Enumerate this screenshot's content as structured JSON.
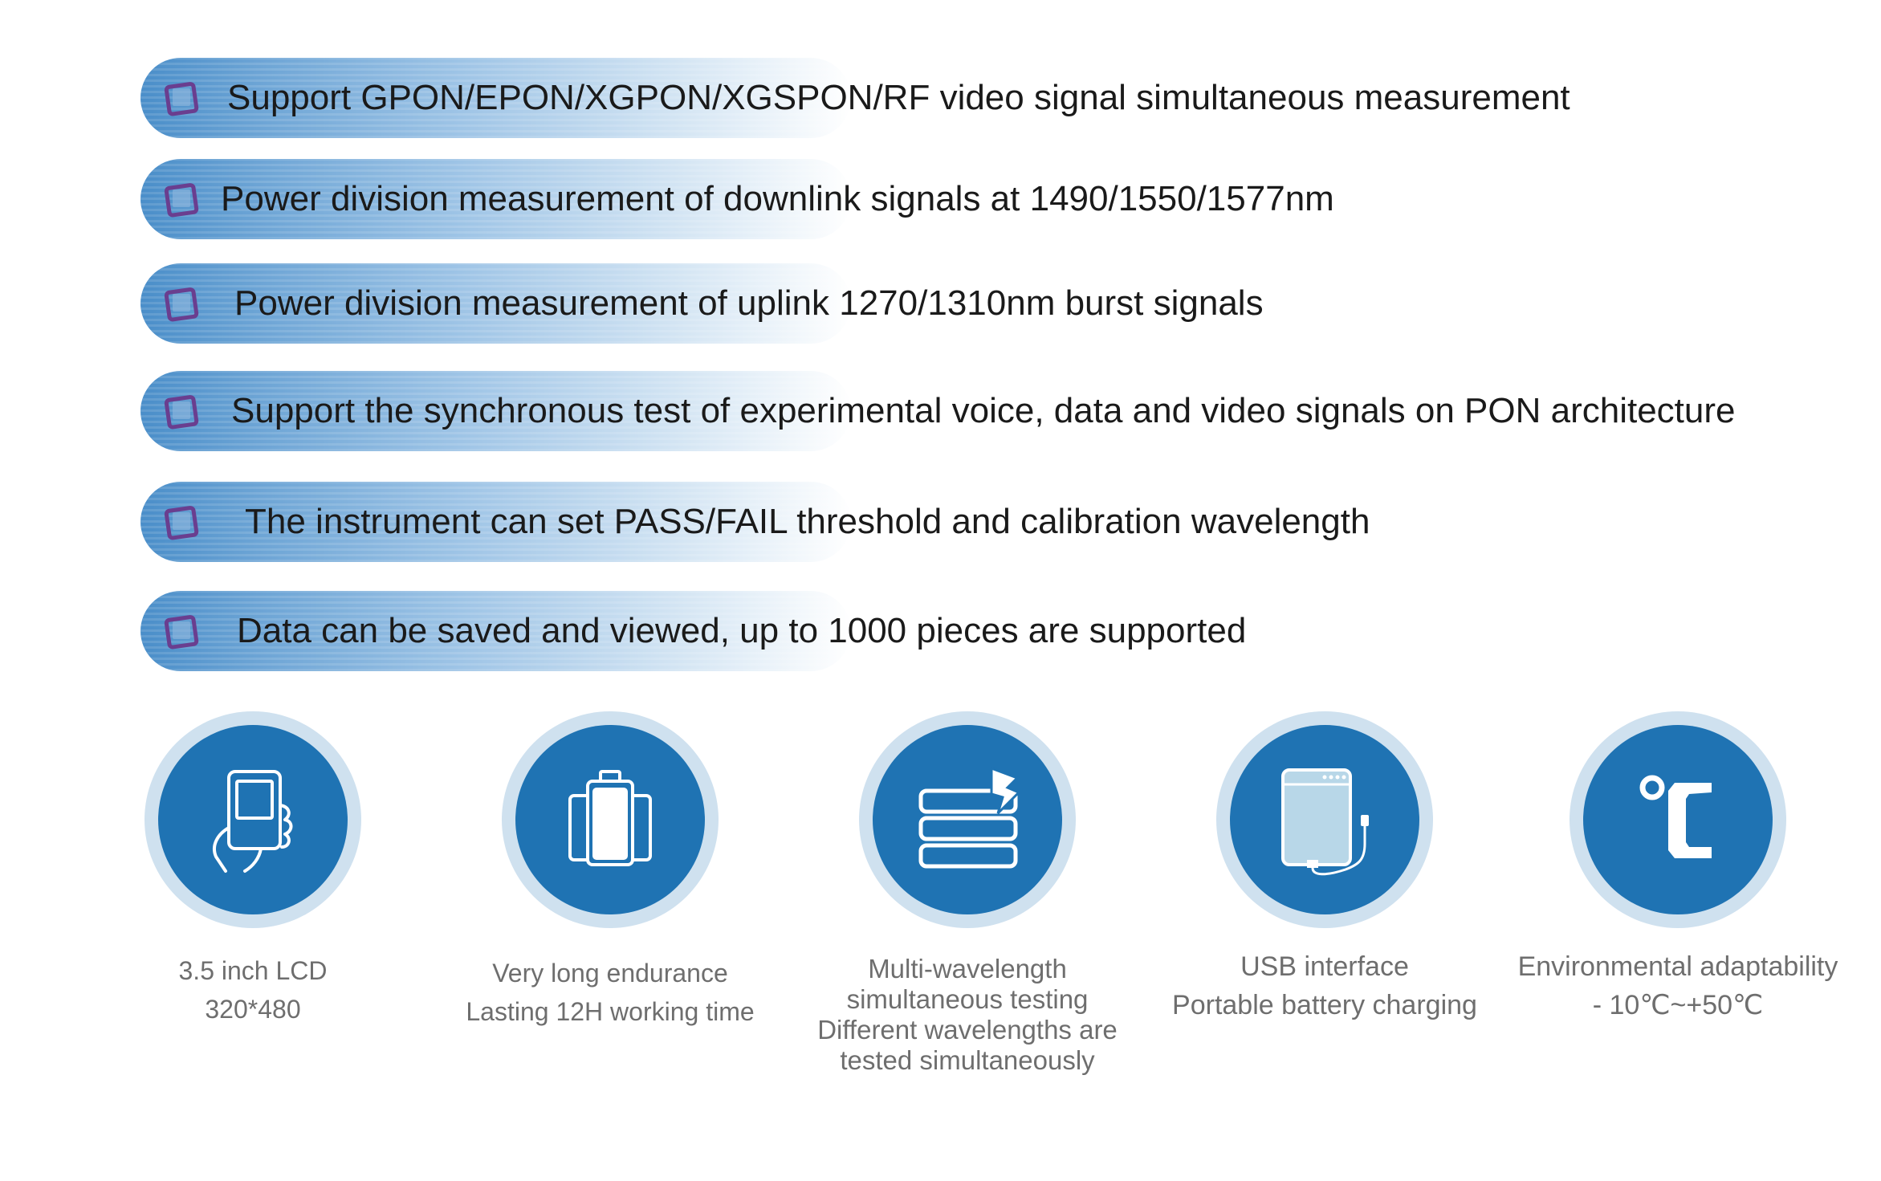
{
  "features": [
    {
      "text": "Support GPON/EPON/XGPON/XGSPON/RF video signal simultaneous measurement"
    },
    {
      "text": "Power division measurement of downlink signals at 1490/1550/1577nm"
    },
    {
      "text": "Power division measurement of uplink 1270/1310nm burst signals"
    },
    {
      "text": "Support the synchronous test  of experimental voice, data and video signals on PON architecture"
    },
    {
      "text": "The instrument can set PASS/FAIL threshold and calibration wavelength"
    },
    {
      "text": "Data can be saved and viewed, up to 1000 pieces are supported"
    }
  ],
  "feature_icon": "square-bullet-icon",
  "specs": [
    {
      "icon": "handheld-device-icon",
      "line1": "3.5 inch LCD",
      "line2": "320*480"
    },
    {
      "icon": "battery-icon",
      "line1": "Very long endurance",
      "line2": "Lasting 12H working time"
    },
    {
      "icon": "stacked-wavelengths-icon",
      "line1": "Multi-wavelength",
      "line2": "simultaneous testing",
      "line3": "Different wavelengths are",
      "line4": "tested simultaneously"
    },
    {
      "icon": "power-bank-usb-icon",
      "line1": "USB interface",
      "line2": "Portable battery charging"
    },
    {
      "icon": "celsius-icon",
      "line1": "Environmental adaptability",
      "line2": "- 10℃~+50℃"
    }
  ],
  "colors": {
    "accent_blue": "#1f73b3",
    "circle_halo": "#cfe1ef",
    "bullet_purple": "#6a3e8f",
    "text_dark": "#1a1a1a",
    "caption_gray": "#6e6e6e"
  }
}
